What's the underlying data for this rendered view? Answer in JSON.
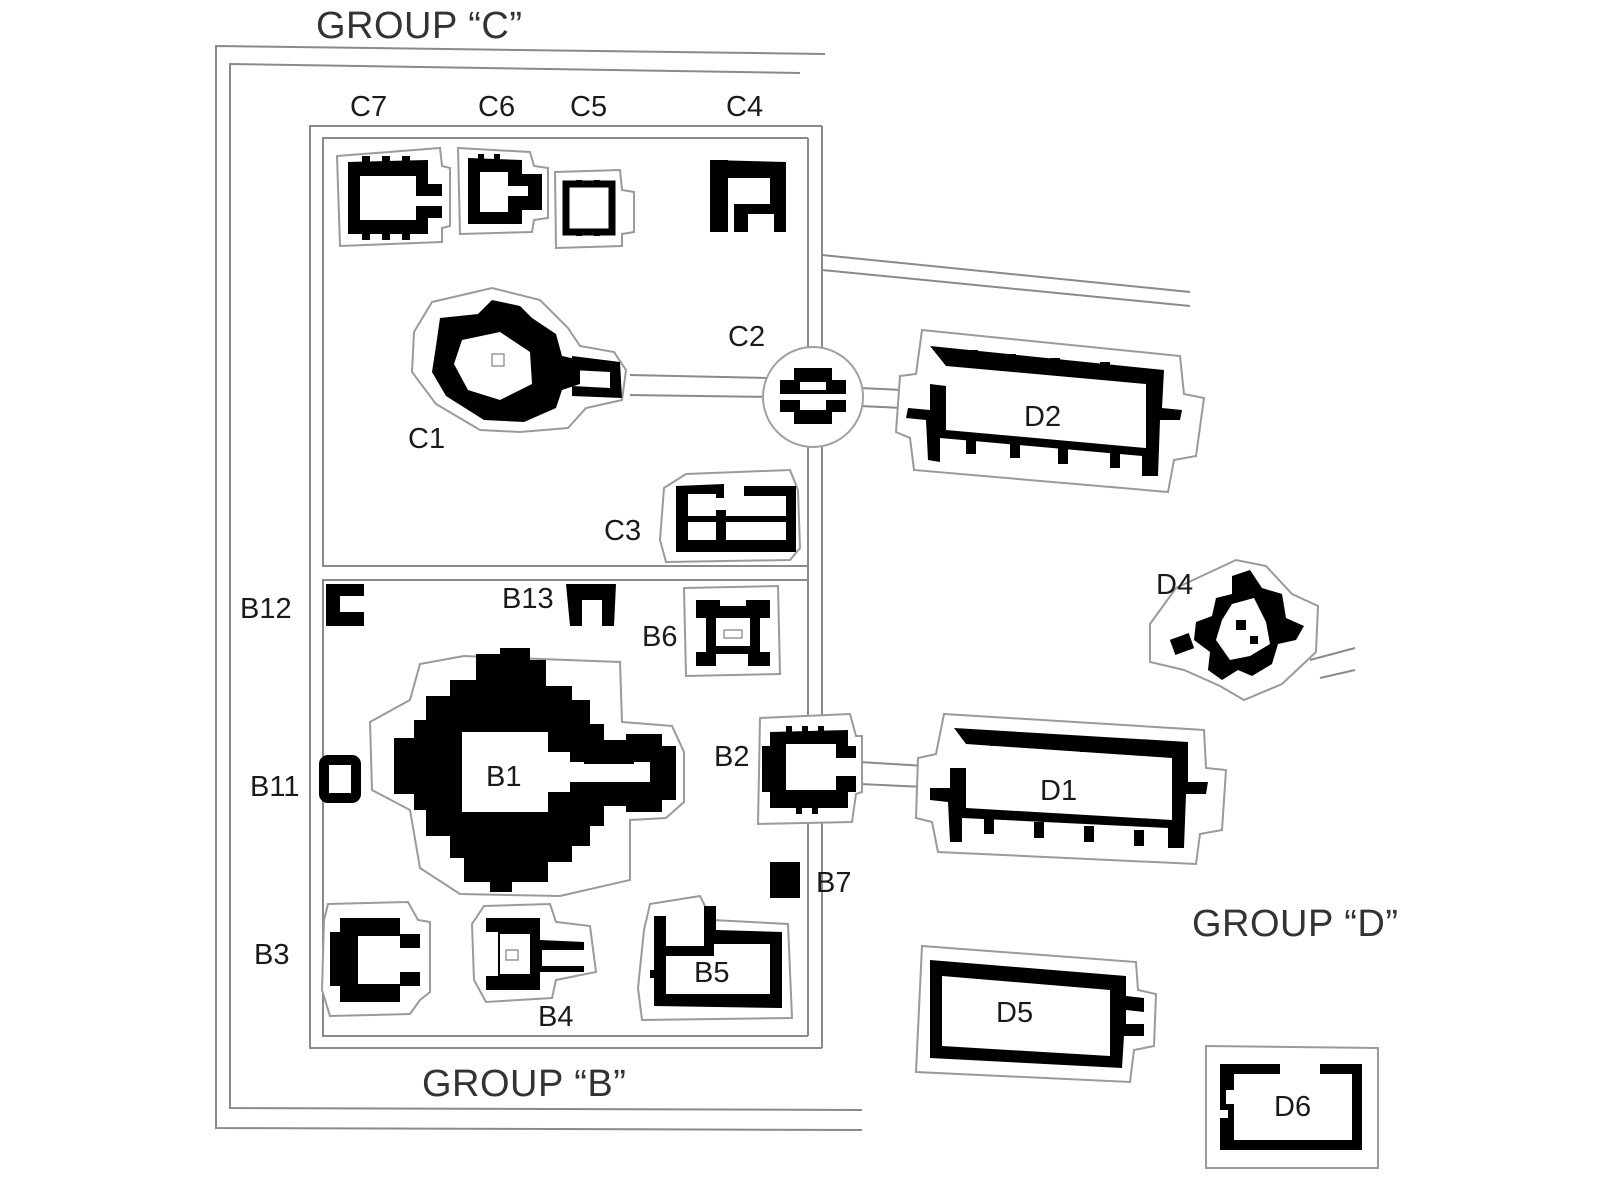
{
  "groups": {
    "c": "GROUP “C”",
    "b": "GROUP “B”",
    "d": "GROUP “D”"
  },
  "temples": {
    "c7": "C7",
    "c6": "C6",
    "c5": "C5",
    "c4": "C4",
    "c2": "C2",
    "c1": "C1",
    "c3": "C3",
    "b12": "B12",
    "b13": "B13",
    "b6": "B6",
    "b11": "B11",
    "b1": "B1",
    "b2": "B2",
    "b7": "B7",
    "b3": "B3",
    "b4": "B4",
    "b5": "B5",
    "d2": "D2",
    "d4": "D4",
    "d1": "D1",
    "d5": "D5",
    "d6": "D6"
  },
  "colors": {
    "structure": "#000000",
    "outline": "#9a9a9a",
    "text": "#1a1a1a"
  }
}
